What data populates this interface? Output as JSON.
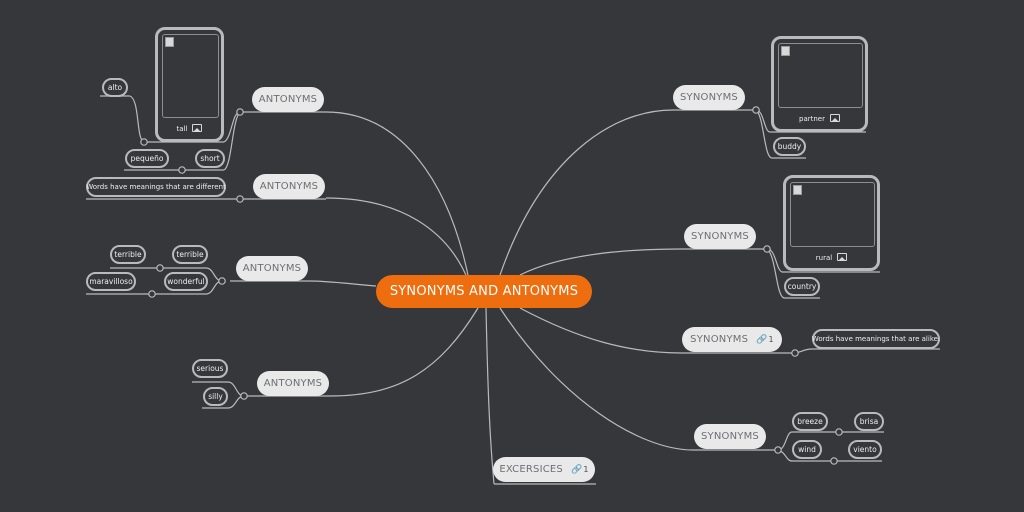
{
  "root": {
    "label": "SYNONYMS AND ANTONYMS"
  },
  "branches": {
    "ant1": {
      "label": "ANTONYMS",
      "image_caption": "tall",
      "items": [
        "alto",
        "pequeño",
        "short"
      ]
    },
    "ant2": {
      "label": "ANTONYMS",
      "note": "Words have meanings that are different"
    },
    "ant3": {
      "label": "ANTONYMS",
      "items": [
        "terrible",
        "terrible",
        "maravilloso",
        "wonderful"
      ]
    },
    "ant4": {
      "label": "ANTONYMS",
      "items": [
        "serious",
        "silly"
      ]
    },
    "exercises": {
      "label": "EXCERSICES",
      "link_count": "1"
    },
    "syn1": {
      "label": "SYNONYMS",
      "image_caption": "partner",
      "items": [
        "buddy"
      ]
    },
    "syn2": {
      "label": "SYNONYMS",
      "image_caption": "rural",
      "items": [
        "country"
      ]
    },
    "syn3": {
      "label": "SYNONYMS",
      "link_count": "1",
      "note": "Words have meanings that are alike."
    },
    "syn4": {
      "label": "SYNONYMS",
      "items": [
        "breeze",
        "brisa",
        "wind",
        "viento"
      ]
    }
  },
  "colors": {
    "background": "#35373b",
    "root": "#ee6d0e",
    "node": "#e9e9ea",
    "connector": "#b9babc"
  },
  "icons": [
    "image-icon",
    "link-icon",
    "broken-image-icon"
  ]
}
